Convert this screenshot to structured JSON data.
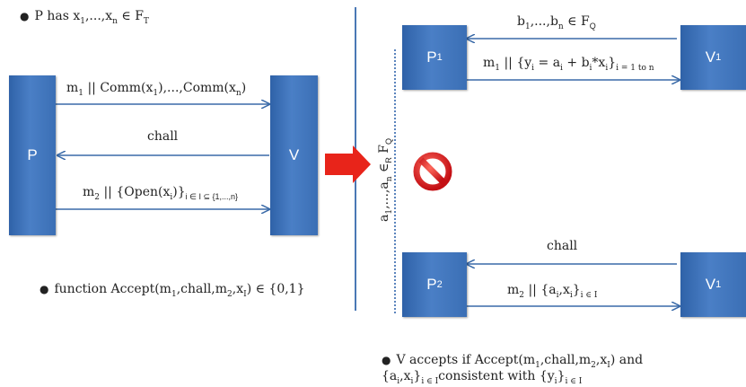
{
  "left": {
    "intro": {
      "bullet": "●",
      "pre": "P has x",
      "s1": "1",
      "mid": ",...,x",
      "sn": "n",
      "post": " ∈ F",
      "sT": "T"
    },
    "prover_label": "P",
    "verifier_label": "V",
    "msg1": {
      "a": "m",
      "s1": "1",
      "b": " || Comm(x",
      "s2": "1",
      "c": "),...,Comm(x",
      "s3": "n",
      "d": ")"
    },
    "chall": "chall",
    "msg2": {
      "a": "m",
      "s1": "2",
      "b": " || {Open(x",
      "s2": "i",
      "c": ")}",
      "s3": "i ∈ I ⊆ {1,...,n}"
    },
    "accept": {
      "bullet": "●",
      "a": "function Accept(m",
      "s1": "1",
      "b": ",chall,m",
      "s2": "2",
      "c": ",x",
      "s3": "I",
      "d": ") ∈ {0,1}"
    }
  },
  "right": {
    "p1_label": "P",
    "p1_sub": "1",
    "v1_label": "V",
    "v1_sub": "1",
    "p2_label": "P",
    "p2_sub": "2",
    "v1b_label": "V",
    "v1b_sub": "1",
    "top_msg": {
      "a": "b",
      "s1": "1",
      "b": ",...,b",
      "s2": "n",
      "c": " ∈ F",
      "s3": "Q"
    },
    "msg_m1": {
      "a": "m",
      "s1": "1",
      "b": " || {y",
      "s2": "i",
      "c": " = a",
      "s3": "i",
      "d": " + b",
      "s4": "i",
      "e": "*x",
      "s5": "i",
      "f": "}",
      "s6": "i = 1 to n"
    },
    "side_label": {
      "a": "a",
      "s1": "1",
      "b": ",...,a",
      "s2": "n",
      "c": " ∈",
      "s3": "R",
      "d": " F",
      "s4": "Q"
    },
    "chall": "chall",
    "msg_m2": {
      "a": "m",
      "s1": "2",
      "b": " || {a",
      "s2": "i",
      "c": ",x",
      "s3": "i",
      "d": "}",
      "s4": "i ∈ I"
    },
    "conclusion1": {
      "bullet": "●",
      "a": "V accepts if Accept(m",
      "s1": "1",
      "b": ",chall,m",
      "s2": "2",
      "c": ",x",
      "s3": "I",
      "d": ") and"
    },
    "conclusion2": {
      "a": "{a",
      "s1": "i",
      "b": ",x",
      "s2": "i",
      "c": "}",
      "s3": "i ∈ I",
      "d": "consistent with {y",
      "s4": "i",
      "e": "}",
      "s5": "i ∈ I"
    }
  },
  "colors": {
    "box": "#3b6fb5",
    "arrow": "#3a6aa8",
    "divider": "#4a78b5",
    "big_arrow": "#e8241a",
    "prohibit": "#d8141b"
  }
}
